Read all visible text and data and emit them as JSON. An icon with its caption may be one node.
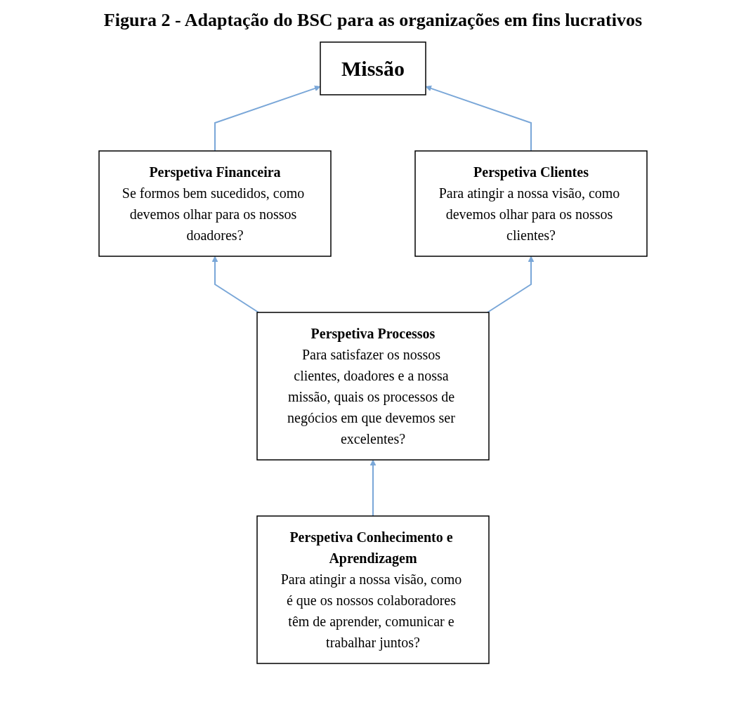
{
  "diagram": {
    "title": "Figura 2 - Adaptação do BSC para as organizações em fins lucrativos",
    "nodes": [
      {
        "text": [
          "Missão"
        ]
      },
      {
        "text": [
          "Perspetiva Financeira",
          "Se formos bem sucedidos, como devemos olhar para os nossos doadores?"
        ]
      },
      {
        "text": [
          "Perspetiva Clientes",
          "Para atingir a nossa visão, como devemos olhar para os nossos clientes?"
        ]
      },
      {
        "text": [
          "Perspetiva Processos",
          "Para satisfazer os nossos clientes, doadores e a nossa missão, quais os processos de negócios em que devemos ser excelentes?"
        ]
      },
      {
        "text": [
          "Perspetiva Conhecimento e Aprendizagem",
          "Para atingir a nossa visão, como é que os nossos colaboradores têm de aprender, comunicar e trabalhar juntos?"
        ]
      }
    ],
    "edges": [
      {
        "from": 1,
        "to": 0,
        "arrow": "to"
      },
      {
        "from": 2,
        "to": 0,
        "arrow": "to"
      },
      {
        "from": 3,
        "to": 1,
        "arrow": "to"
      },
      {
        "from": 3,
        "to": 2,
        "arrow": "to"
      },
      {
        "from": 4,
        "to": 3,
        "arrow": "to"
      }
    ]
  }
}
